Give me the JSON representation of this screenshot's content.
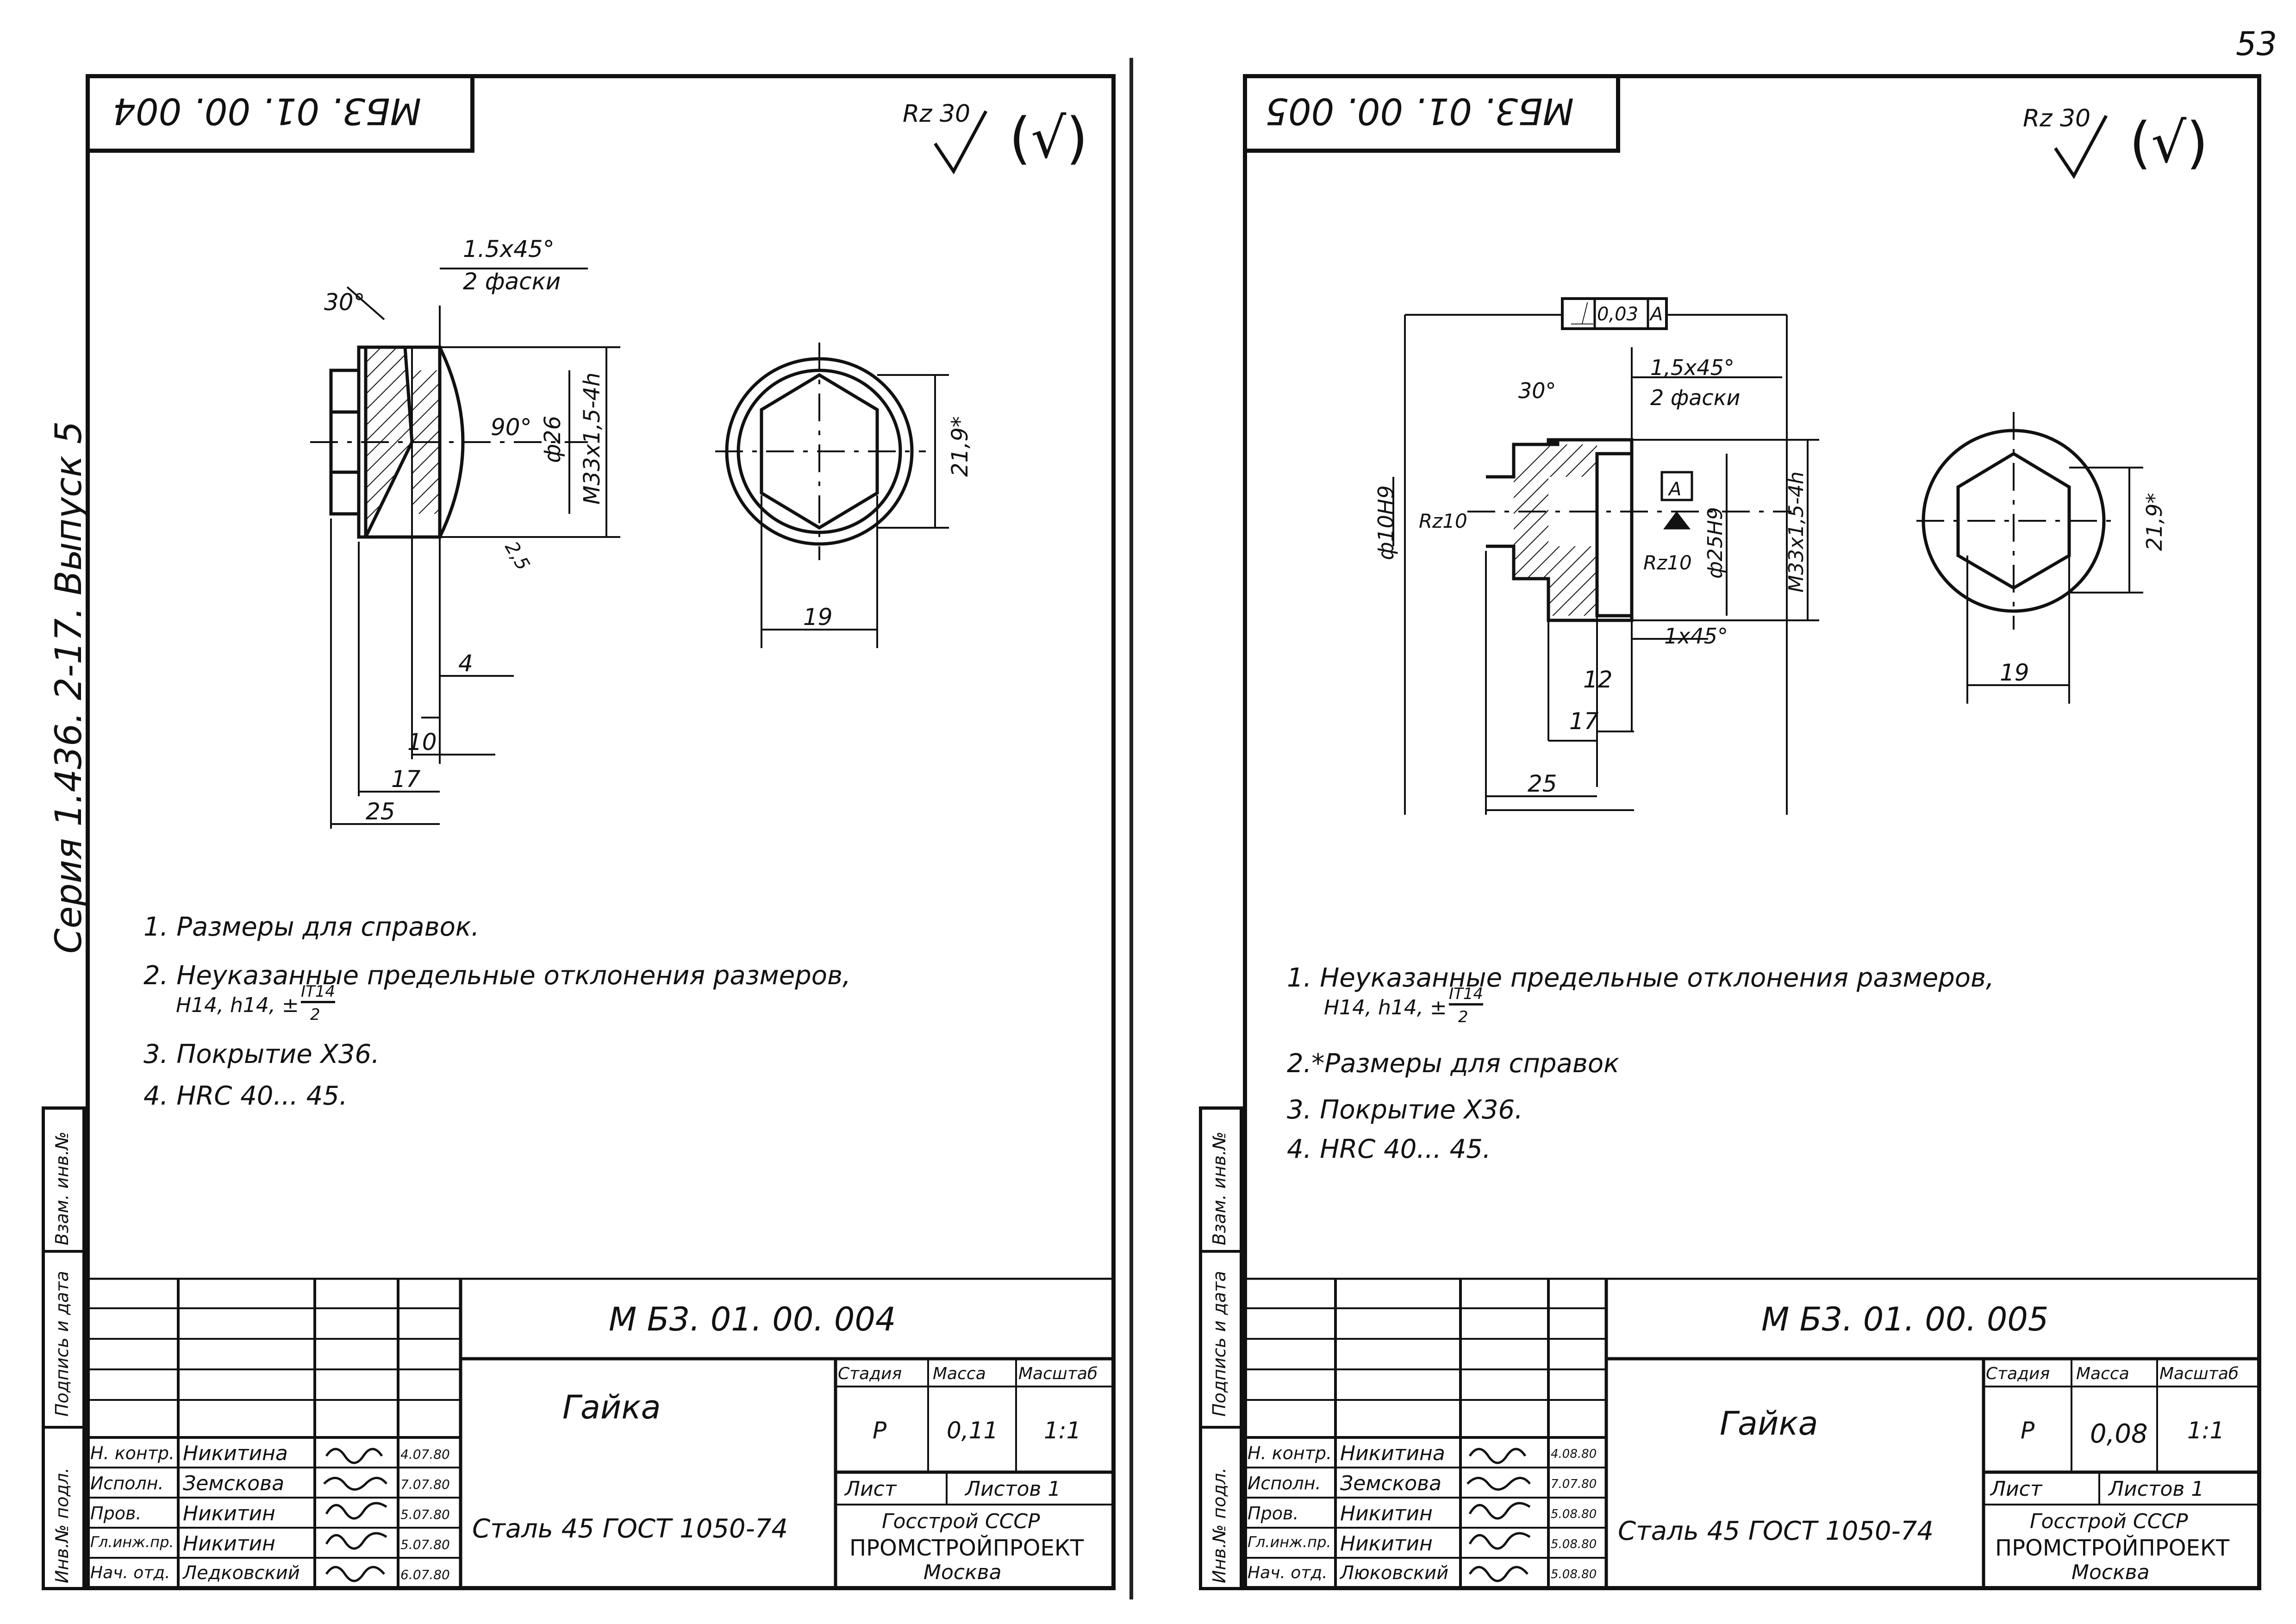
{
  "page_number": "53",
  "series_text": "Серия  1.436. 2-17.  Выпуск 5",
  "side_labels": [
    "Инв.№ подл.",
    "Подпись и дата",
    "Взам. инв.№"
  ],
  "roughness_general": "Rz 30",
  "roughness_paren": "(√)",
  "sheets": [
    {
      "code_rotated": "МБ3. 01. 00. 004",
      "code": "М Б3. 01. 00. 004",
      "name": "Гайка",
      "material": "Сталь 45 ГОСТ 1050-74",
      "stage_header": "Стадия",
      "mass_header": "Масса",
      "scale_header": "Масштаб",
      "stage": "Р",
      "mass": "0,11",
      "scale": "1:1",
      "sheet_label": "Лист",
      "sheets_label": "Листов 1",
      "org": [
        "Госстрой СССР",
        "ПРОМСТРОЙПРОЕКТ",
        "Москва"
      ],
      "roles": [
        "Н. контр.",
        "Исполн.",
        "Пров.",
        "Гл.инж.пр.",
        "Нач. отд."
      ],
      "names": [
        "Никитина",
        "Земскова",
        "Никитин",
        "Никитин",
        "Ледковский"
      ],
      "dates": [
        "4.07.80",
        "7.07.80",
        "5.07.80",
        "5.07.80",
        "6.07.80"
      ],
      "notes": [
        "1. Размеры для   справок.",
        "2. Неуказанные  предельные  отклонения  размеров,",
        "H14, h14, ±",
        "IT14",
        "2",
        "3. Покрытие Х36.",
        "4. HRC  40... 45."
      ],
      "dims": {
        "chamfer": "1.5x45°",
        "chamfer_count": "2 фаски",
        "angle30": "30°",
        "angle90": "90°",
        "d26": "ф26",
        "thread": "M33x1,5-4h",
        "r25": "2,5",
        "d4": "4",
        "d10": "10",
        "d17": "17",
        "d25": "25",
        "d19": "19",
        "d219": "21,9*"
      }
    },
    {
      "code_rotated": "МБ3. 01. 00. 005",
      "code": "М Б3. 01. 00. 005",
      "name": "Гайка",
      "material": "Сталь 45 ГОСТ 1050-74",
      "stage_header": "Стадия",
      "mass_header": "Масса",
      "scale_header": "Масштаб",
      "stage": "Р",
      "mass": "0,08",
      "scale": "1:1",
      "sheet_label": "Лист",
      "sheets_label": "Листов 1",
      "org": [
        "Госстрой СССР",
        "ПРОМСТРОЙПРОЕКТ",
        "Москва"
      ],
      "roles": [
        "Н. контр.",
        "Исполн.",
        "Пров.",
        "Гл.инж.пр.",
        "Нач. отд."
      ],
      "names": [
        "Никитина",
        "Земскова",
        "Никитин",
        "Никитин",
        "Люковский"
      ],
      "dates": [
        "4.08.80",
        "7.07.80",
        "5.08.80",
        "5.08.80",
        "5.08.80"
      ],
      "notes": [
        "1. Неуказанные   предельные  отклонения  размеров,",
        "H14, h14, ±",
        "IT14",
        "2",
        "2.*Размеры для  справок",
        "3. Покрытие  Х36.",
        "4. HRC  40... 45."
      ],
      "dims": {
        "tolerance_symbol": "⏊",
        "tolerance_value": "0,03",
        "tolerance_base": "A",
        "chamfer": "1,5x45°",
        "chamfer_count": "2 фаски",
        "angle30": "30°",
        "d10": "ф10H9",
        "rz10a": "Rz10",
        "rz10b": "Rz10",
        "d25h9": "ф25H9",
        "thread": "M33x1,5-4h",
        "base": "A",
        "c1": "1x45°",
        "d12": "12",
        "d17": "17",
        "d25": "25",
        "d19": "19",
        "d219": "21,9*"
      }
    }
  ]
}
